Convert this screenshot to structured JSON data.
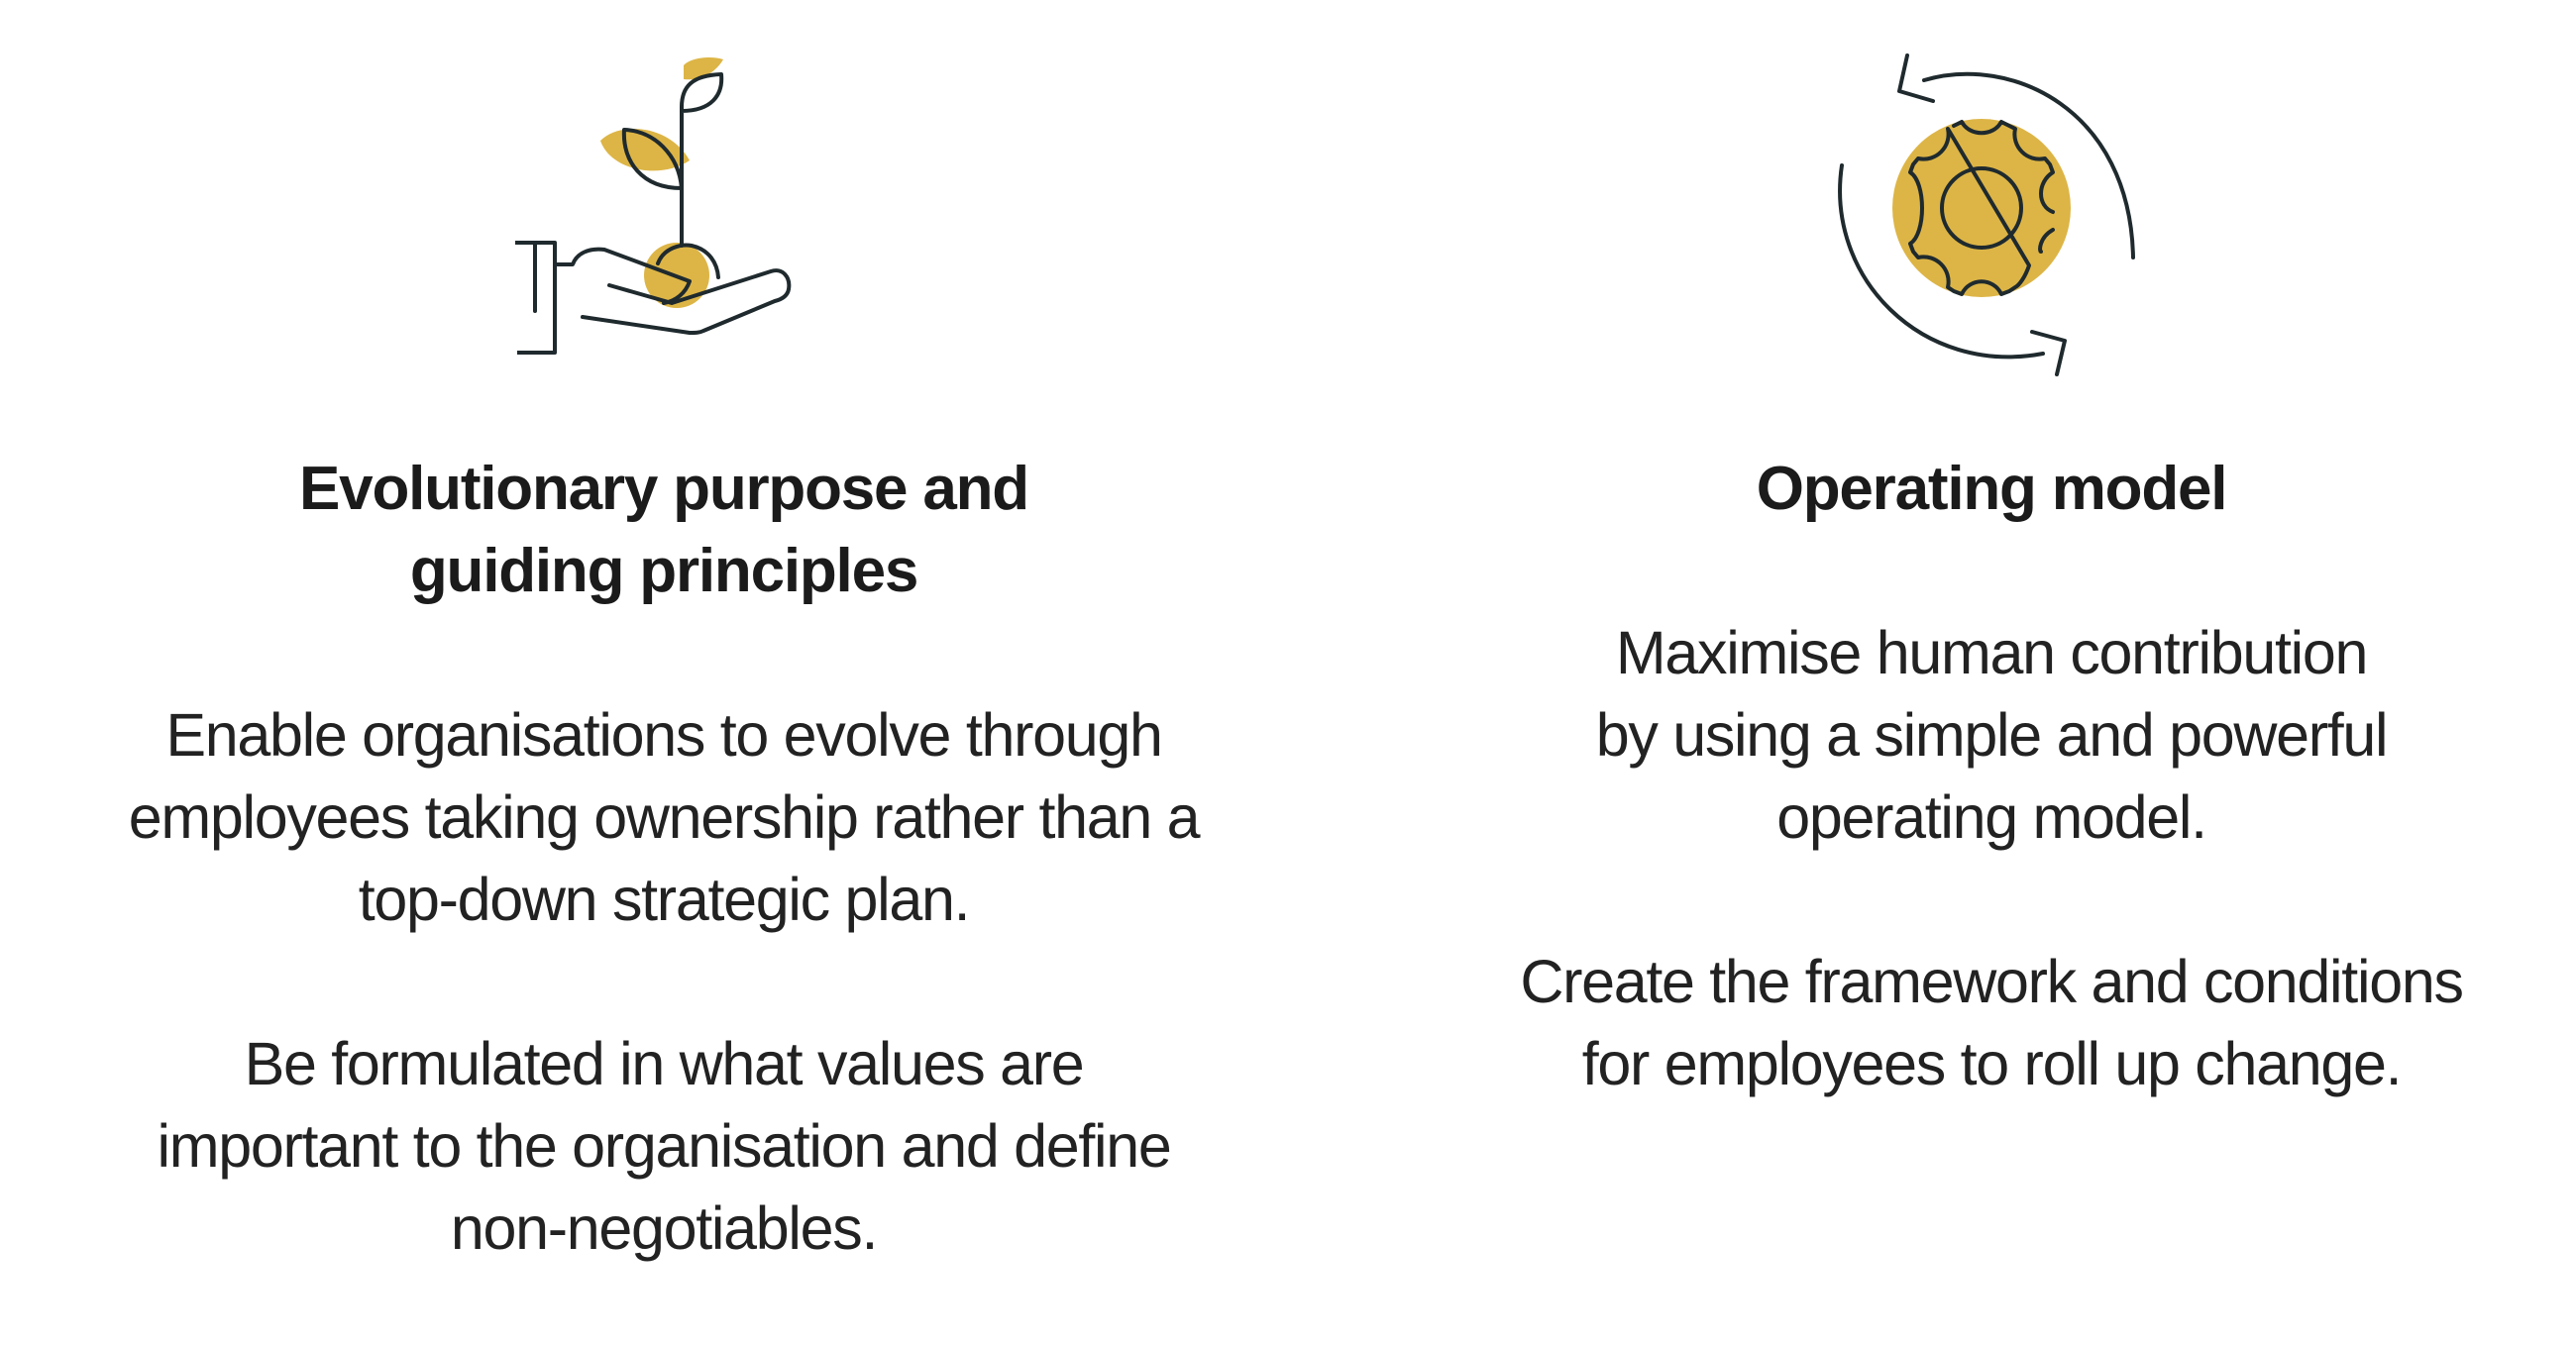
{
  "colors": {
    "accent_gold": "#DDB546",
    "line_dark": "#1F2A2E",
    "text": "#1B1B1B",
    "background": "#FFFFFF"
  },
  "cards": [
    {
      "icon": "hand-holding-sprout-icon",
      "title_lines": [
        "Evolutionary purpose and",
        "guiding principles"
      ],
      "paragraphs": [
        {
          "lines": [
            "Enable organisations to evolve through",
            "employees taking ownership rather than a",
            "top-down strategic plan."
          ]
        },
        {
          "lines": [
            "Be formulated in what values are",
            "important to the organisation and define",
            "non-negotiables."
          ]
        }
      ]
    },
    {
      "icon": "gear-cycle-icon",
      "title_lines": [
        "Operating model"
      ],
      "paragraphs": [
        {
          "lines": [
            "Maximise human contribution",
            "by using a simple and powerful",
            "operating model."
          ]
        },
        {
          "lines": [
            "Create the framework and conditions",
            "for employees to roll up change."
          ]
        }
      ]
    }
  ]
}
